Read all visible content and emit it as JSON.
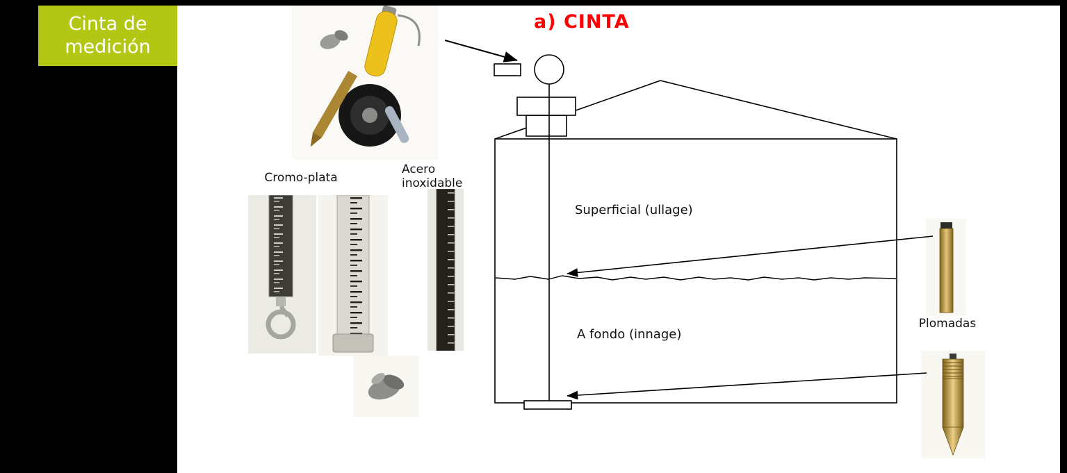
{
  "sidebar": {
    "title": "Cinta de\nmedición",
    "bg_color": "#b2c713",
    "text_color": "#ffffff",
    "panel_color": "#000000"
  },
  "heading": {
    "text": "a) CINTA",
    "color": "#ff0000"
  },
  "labels": {
    "cromo_plata": "Cromo-plata",
    "acero_inoxidable": "Acero\ninoxidable",
    "plomadas": "Plomadas"
  },
  "diagram": {
    "ullage": "Superficial (ullage)",
    "innage": "A fondo (innage)"
  },
  "photos": {
    "tape_kit": "gauging-tape-kit-photo",
    "chrome_strip_left": "chrome-tape-strip-photo",
    "chrome_strip_right": "chrome-ruler-strip-photo",
    "stainless_strip": "stainless-tape-strip-photo",
    "clip": "tape-clip-photo",
    "plumb_top": "cylindrical-plumb-bob-photo",
    "plumb_bottom": "pointed-plumb-bob-photo"
  }
}
